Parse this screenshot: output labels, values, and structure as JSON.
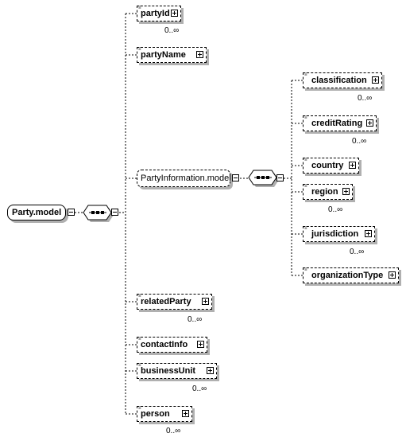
{
  "root": {
    "label": "Party.model"
  },
  "group": {
    "label": "PartyInformation.model"
  },
  "children_top": [
    {
      "label": "partyId",
      "cardinality": "0..∞"
    },
    {
      "label": "partyName",
      "cardinality": ""
    }
  ],
  "info_children": [
    {
      "label": "classification",
      "cardinality": "0..∞"
    },
    {
      "label": "creditRating",
      "cardinality": "0..∞"
    },
    {
      "label": "country",
      "cardinality": ""
    },
    {
      "label": "region",
      "cardinality": "0..∞"
    },
    {
      "label": "jurisdiction",
      "cardinality": "0..∞"
    },
    {
      "label": "organizationType",
      "cardinality": ""
    }
  ],
  "children_bottom": [
    {
      "label": "relatedParty",
      "cardinality": "0..∞"
    },
    {
      "label": "contactInfo",
      "cardinality": ""
    },
    {
      "label": "businessUnit",
      "cardinality": "0..∞"
    },
    {
      "label": "person",
      "cardinality": "0..∞"
    }
  ],
  "colors": {
    "border": "#000000",
    "shadow": "#b0b0b0",
    "background": "#ffffff"
  }
}
